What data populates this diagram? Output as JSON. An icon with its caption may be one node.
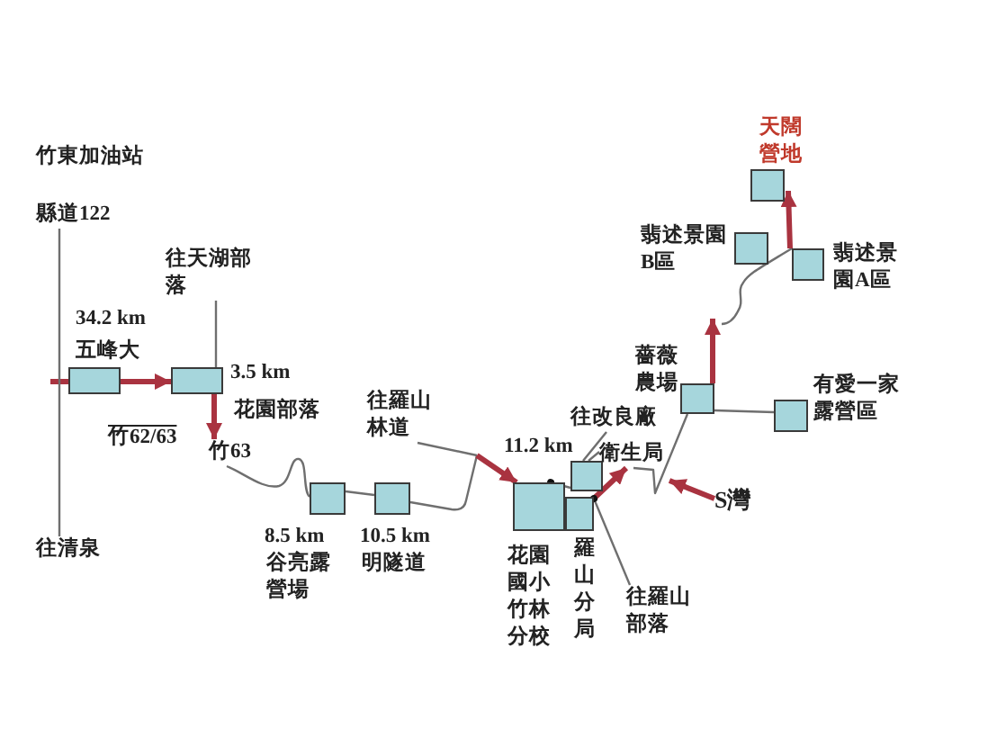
{
  "diagram": {
    "nodes": [
      {
        "text": [
          "竹東加油站",
          "縣道122"
        ]
      },
      {
        "text": [
          "往清泉"
        ]
      },
      {
        "text": [],
        "shape": "box",
        "beside": [
          "34.2 km",
          "五峰大"
        ]
      },
      {
        "text": [],
        "shape": "box",
        "beside": [
          "3.5 km",
          "花園部落"
        ]
      },
      {
        "text": [
          "往天湖部落"
        ]
      },
      {
        "text": [
          "竹63"
        ]
      },
      {
        "text": [],
        "shape": "box",
        "beside": [
          "8.5 km",
          "谷亮露營場"
        ]
      },
      {
        "text": [],
        "shape": "box",
        "beside": [
          "10.5 km",
          "明隧道"
        ]
      },
      {
        "text": [
          "往羅山林道"
        ]
      },
      {
        "text": [],
        "shape": "box",
        "beside": [
          "花園國小竹林分校"
        ]
      },
      {
        "text": [],
        "shape": "box"
      },
      {
        "text": [],
        "shape": "box",
        "beside": [
          "羅山分局"
        ]
      },
      {
        "text": [
          "往改良廠"
        ]
      },
      {
        "text": [
          "衛生局"
        ]
      },
      {
        "text": [
          "往羅山部落"
        ]
      },
      {
        "text": [
          "S灣"
        ]
      },
      {
        "text": [],
        "shape": "box",
        "beside": [
          "薔薇農場"
        ]
      },
      {
        "text": [],
        "shape": "box",
        "beside": [
          "有愛一家露營區"
        ]
      },
      {
        "text": [],
        "shape": "box",
        "beside": [
          "翡述景園B區"
        ]
      },
      {
        "text": [],
        "shape": "box",
        "beside": [
          "翡述景園A區"
        ]
      },
      {
        "text": [],
        "shape": "box",
        "beside": [
          "天闊營地"
        ]
      }
    ],
    "edges": [
      {
        "from": 0,
        "to": 1,
        "arrow": "none"
      },
      {
        "from": 2,
        "to": 3,
        "arrow": "to",
        "style": "thick",
        "color": "#a93340"
      },
      {
        "from": 3,
        "to": 4,
        "arrow": "none"
      },
      {
        "from": 3,
        "to": 5,
        "arrow": "to",
        "style": "thick",
        "color": "#a93340"
      },
      {
        "from": 5,
        "to": 6,
        "arrow": "none"
      },
      {
        "from": 6,
        "to": 7,
        "arrow": "none"
      },
      {
        "from": 7,
        "to": null,
        "arrow": "none"
      },
      {
        "from": 8,
        "to": null,
        "arrow": "none"
      },
      {
        "from": null,
        "to": 9,
        "arrow": "to",
        "style": "thick",
        "color": "#a93340"
      },
      {
        "from": 9,
        "to": 10,
        "arrow": "other"
      },
      {
        "from": 11,
        "to": 13,
        "arrow": "to",
        "style": "thick",
        "color": "#a93340"
      },
      {
        "from": 10,
        "to": 12,
        "arrow": "none"
      },
      {
        "from": 10,
        "to": 13,
        "arrow": "none"
      },
      {
        "from": 11,
        "to": 14,
        "arrow": "other"
      },
      {
        "from": 13,
        "to": 16,
        "arrow": "none"
      },
      {
        "from": 15,
        "to": null,
        "arrow": "to",
        "style": "thick",
        "color": "#a93340"
      },
      {
        "from": 16,
        "to": 17,
        "arrow": "none"
      },
      {
        "from": 16,
        "to": null,
        "arrow": "to",
        "style": "thick",
        "color": "#a93340"
      },
      {
        "from": null,
        "to": 19,
        "arrow": "none"
      },
      {
        "from": 19,
        "to": 20,
        "arrow": "to",
        "style": "thick",
        "color": "#a93340"
      }
    ],
    "labels": [
      "竹62/63",
      "11.2 km"
    ]
  }
}
